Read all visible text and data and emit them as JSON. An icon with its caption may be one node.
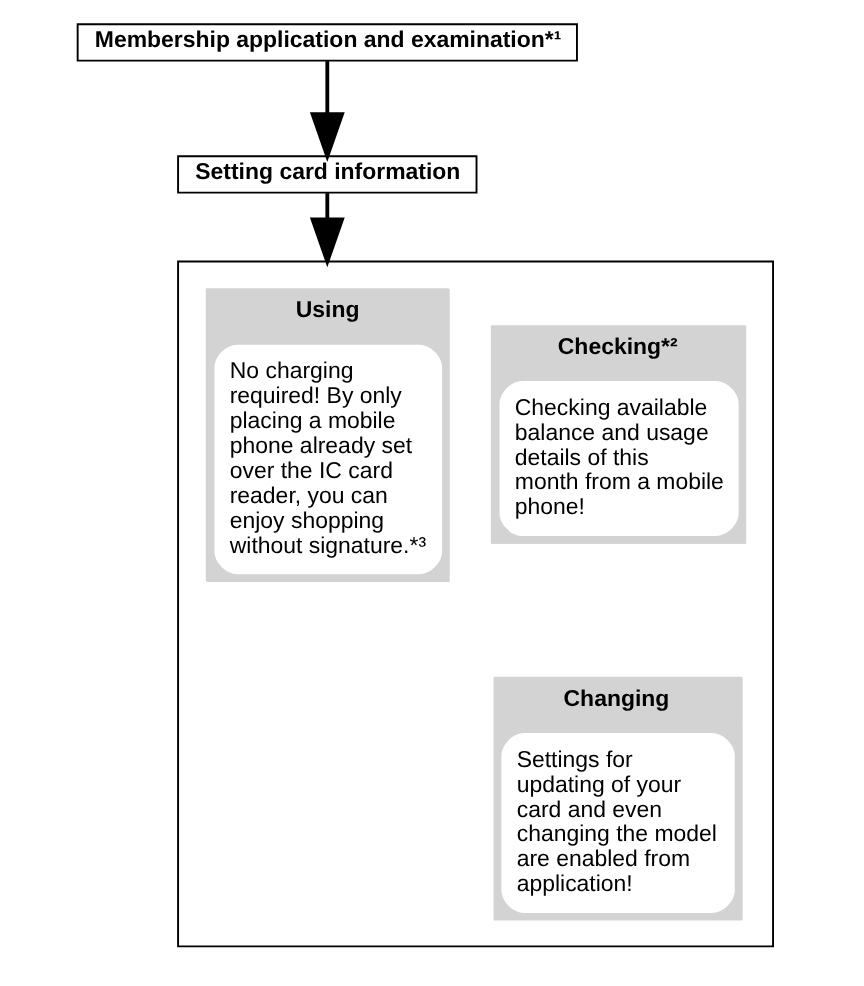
{
  "diagram": {
    "nodes": [
      {
        "text": [
          "Membership application and examination*¹"
        ]
      },
      {
        "text": [
          "Setting card information"
        ]
      },
      {
        "text": [],
        "shape": "box"
      },
      {
        "text": [
          "Using",
          "No charging required! By only placing a mobile phone already set over the IC card reader, you can enjoy shopping without signature.*³"
        ],
        "in": 2
      },
      {
        "text": [
          "Checking*²",
          "Checking available balance and usage details of this month from a mobile phone!"
        ],
        "in": 2
      },
      {
        "text": [
          "Changing",
          "Settings for updating of your card and even changing the model are enabled from application!"
        ],
        "in": 2
      }
    ],
    "edges": [
      {
        "from": 0,
        "to": 1,
        "arrow": "to"
      },
      {
        "from": 1,
        "to": 2,
        "arrow": "to"
      }
    ]
  }
}
